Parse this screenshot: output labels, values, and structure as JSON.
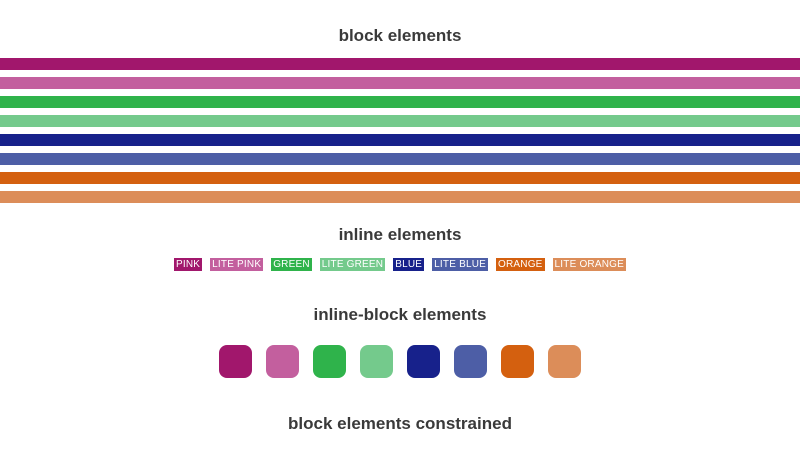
{
  "headings": {
    "block": "block elements",
    "inline": "inline elements",
    "inline_block": "inline-block elements",
    "block_constrained": "block elements constrained"
  },
  "colors": [
    {
      "name": "pink",
      "label": "PINK",
      "hex": "#a1176c"
    },
    {
      "name": "lite-pink",
      "label": "LITE PINK",
      "hex": "#c35f9e"
    },
    {
      "name": "green",
      "label": "GREEN",
      "hex": "#2fb34b"
    },
    {
      "name": "lite-green",
      "label": "LITE GREEN",
      "hex": "#74ca8c"
    },
    {
      "name": "blue",
      "label": "BLUE",
      "hex": "#17218b"
    },
    {
      "name": "lite-blue",
      "label": "LITE BLUE",
      "hex": "#4d5ea6"
    },
    {
      "name": "orange",
      "label": "ORANGE",
      "hex": "#d4600f"
    },
    {
      "name": "lite-orange",
      "label": "LITE ORANGE",
      "hex": "#dc8d59"
    }
  ]
}
